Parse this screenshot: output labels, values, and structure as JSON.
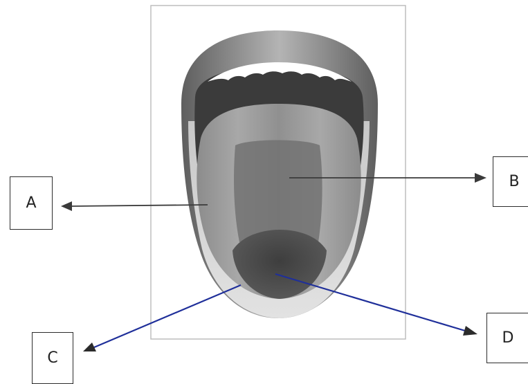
{
  "diagram": {
    "labels": {
      "a": "A",
      "b": "B",
      "c": "C",
      "d": "D"
    },
    "colors": {
      "leader_line_dark": "#3a3a3a",
      "leader_line_blue": "#1f2f9a",
      "lip": "#8a8a8a",
      "mouth_cavity": "#3b3b3b",
      "tongue_side": "#9a9a9a",
      "tongue_center": "#6e6e6e",
      "tongue_tip": "#4a4a4a",
      "tongue_edge": "#d2d2d2",
      "teeth": "#ffffff"
    }
  }
}
